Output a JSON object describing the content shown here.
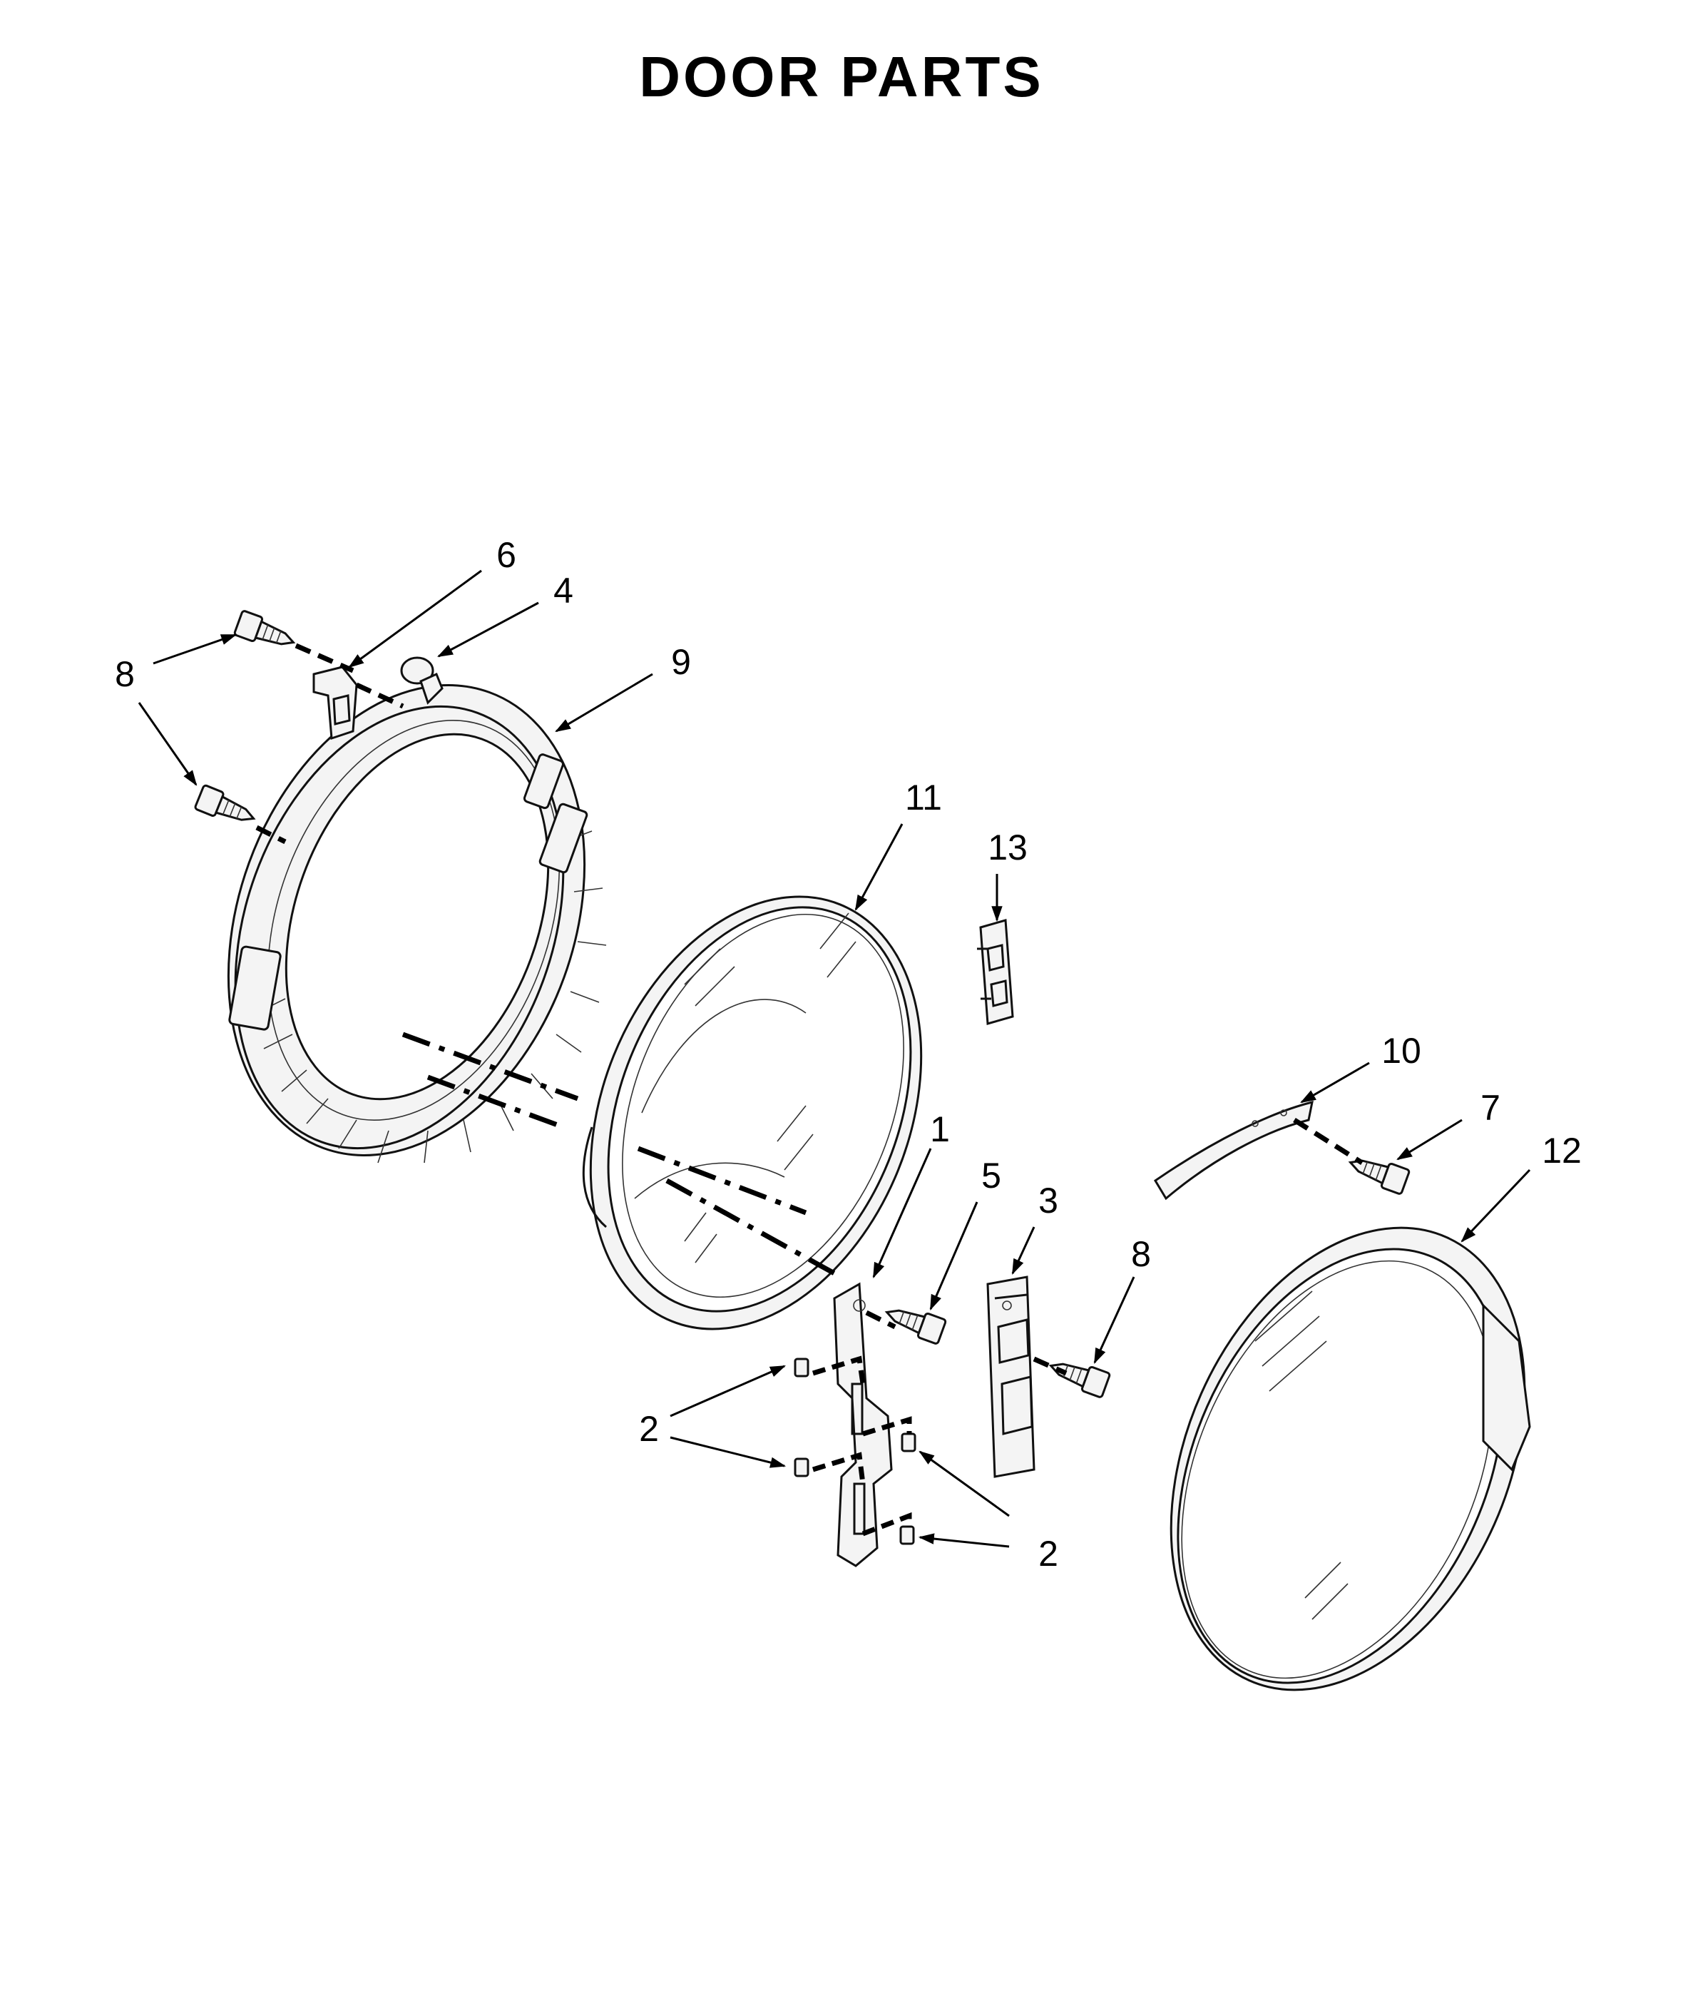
{
  "diagram": {
    "title": "DOOR PARTS",
    "callouts": [
      "6",
      "4",
      "8",
      "9",
      "8",
      "11",
      "13",
      "10",
      "7",
      "12",
      "1",
      "5",
      "3",
      "8",
      "2",
      "2"
    ]
  },
  "colors": {
    "line": "#000000",
    "background": "#ffffff"
  }
}
